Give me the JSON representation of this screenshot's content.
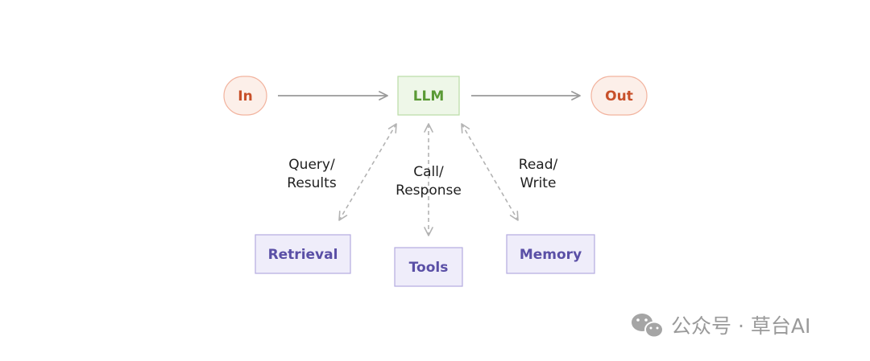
{
  "nodes": {
    "input": {
      "label": "In"
    },
    "llm": {
      "label": "LLM"
    },
    "output": {
      "label": "Out"
    },
    "retrieval": {
      "label": "Retrieval"
    },
    "tools": {
      "label": "Tools"
    },
    "memory": {
      "label": "Memory"
    }
  },
  "edge_labels": {
    "retrieval": {
      "line1": "Query/",
      "line2": "Results"
    },
    "tools": {
      "line1": "Call/",
      "line2": "Response"
    },
    "memory": {
      "line1": "Read/",
      "line2": "Write"
    }
  },
  "watermark": {
    "icon": "wechat-icon",
    "text": "公众号 · 草台AI"
  },
  "colors": {
    "input_output_fill": "#fcefe9",
    "input_output_stroke": "#f2b39e",
    "input_output_text": "#c8502a",
    "llm_fill": "#eef7e8",
    "llm_stroke": "#b9dba5",
    "llm_text": "#5a9a35",
    "tool_fill": "#efedfa",
    "tool_stroke": "#b3abe0",
    "tool_text": "#5a4fa6",
    "arrow": "#9a9a9a",
    "dashed_arrow": "#b3b3b3",
    "watermark": "#9a9a9a"
  }
}
